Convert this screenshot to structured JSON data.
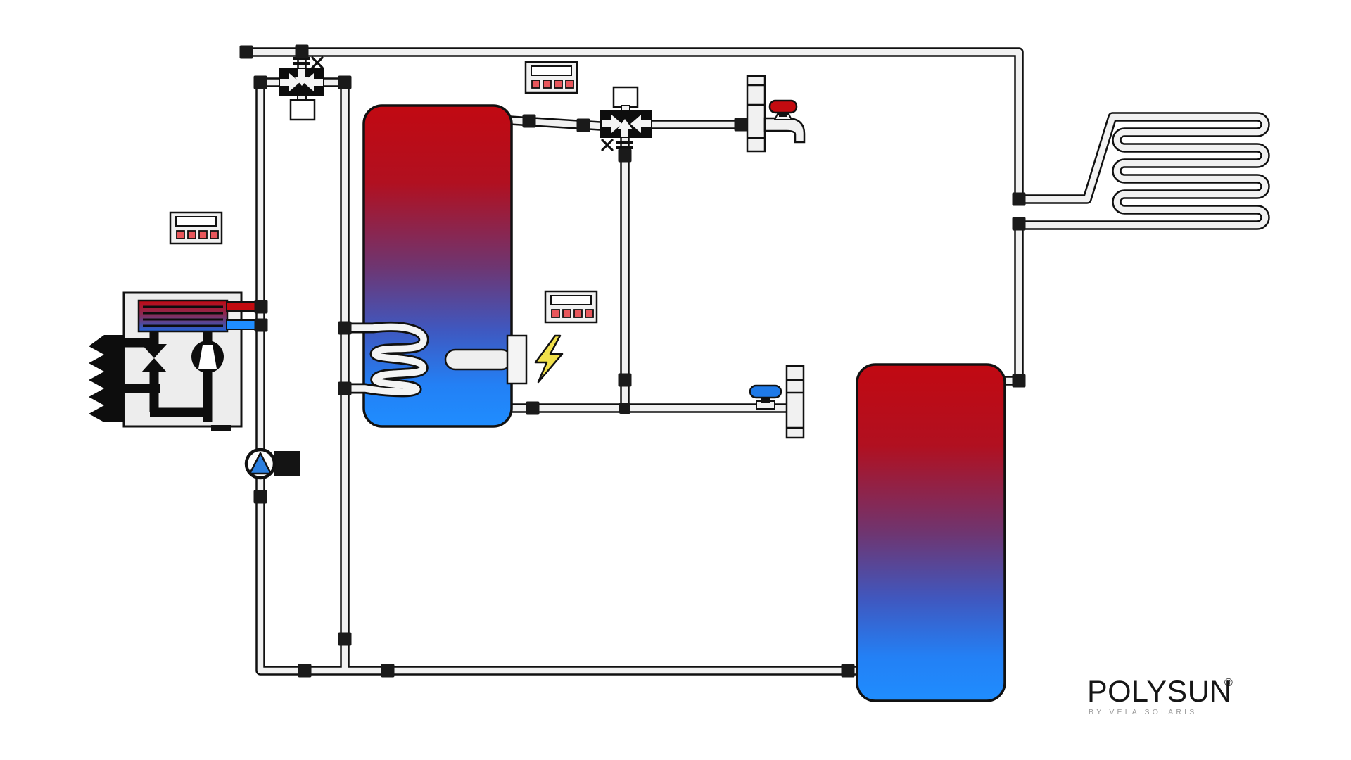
{
  "app": {
    "title": "Polysun hydraulic system schematic"
  },
  "logo": {
    "brand": "POLYSUN",
    "registered": "®",
    "tagline": "BY VELA SOLARIS"
  },
  "colors": {
    "background": "#ffffff",
    "outline": "#111111",
    "pipe_fill": "#f1f1f1",
    "connector": "#1a1a1a",
    "hot": "#c30b10",
    "cold": "#1f8dff",
    "tank_top": "#c10912",
    "tank_bottom": "#1f8dff",
    "controller_body": "#f1f1f1",
    "controller_button": "#e8565b",
    "pump_triangle": "#2b7fe0",
    "valve_body": "#0d0d0d",
    "tap_handle_hot": "#c30b10",
    "valve_handle_cold": "#1f7ae8",
    "electric_flash": "#f1e04a"
  },
  "components": [
    {
      "id": "heat-pump",
      "label": "air-source heat pump"
    },
    {
      "id": "controller-heat-pump",
      "label": "controller with display and four buttons"
    },
    {
      "id": "mixing-valve-heating",
      "label": "motorized 3-way mixing valve"
    },
    {
      "id": "circulation-pump",
      "label": "circulation pump"
    },
    {
      "id": "dhw-tank",
      "label": "hot water tank with internal coil and electric heater"
    },
    {
      "id": "internal-coil",
      "label": "internal heat-exchanger coil"
    },
    {
      "id": "electric-heater",
      "label": "electric heating element"
    },
    {
      "id": "controller-dhw",
      "label": "controller with display and four buttons"
    },
    {
      "id": "controller-electric-heater",
      "label": "controller with display and four buttons"
    },
    {
      "id": "mixing-valve-dhw",
      "label": "motorized 3-way mixing valve"
    },
    {
      "id": "hot-water-tap",
      "label": "hot water tap with red handle"
    },
    {
      "id": "cold-water-supply",
      "label": "cold water supply with blue shut-off valve"
    },
    {
      "id": "buffer-tank",
      "label": "buffer storage tank"
    },
    {
      "id": "floor-heating-loop",
      "label": "serpentine floor heating loop"
    },
    {
      "id": "pipe-network",
      "label": "pipe network with connectors"
    }
  ]
}
